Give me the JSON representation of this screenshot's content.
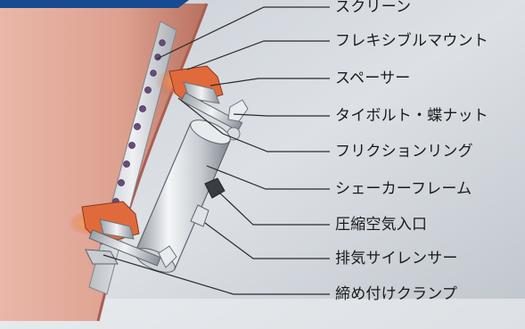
{
  "callouts": [
    {
      "id": "screen",
      "label": "スクリーン"
    },
    {
      "id": "flexible-mount",
      "label": "フレキシブルマウント"
    },
    {
      "id": "spacer",
      "label": "スペーサー"
    },
    {
      "id": "tie-bolt-wing-nut",
      "label": "タイボルト・蝶ナット"
    },
    {
      "id": "friction-ring",
      "label": "フリクションリング"
    },
    {
      "id": "shaker-frame",
      "label": "シェーカーフレーム"
    },
    {
      "id": "compressed-air-inlet",
      "label": "圧縮空気入口"
    },
    {
      "id": "exhaust-silencer",
      "label": "排気サイレンサー"
    },
    {
      "id": "clamp",
      "label": "締め付けクランプ"
    }
  ],
  "colors": {
    "background": "#cdd3da",
    "hopper_wall": "#dfa594",
    "hopper_edge": "#a85f52",
    "header_tab": "#164a91",
    "leader_line": "#2a2a2a",
    "label_text": "#1a1a1a"
  }
}
